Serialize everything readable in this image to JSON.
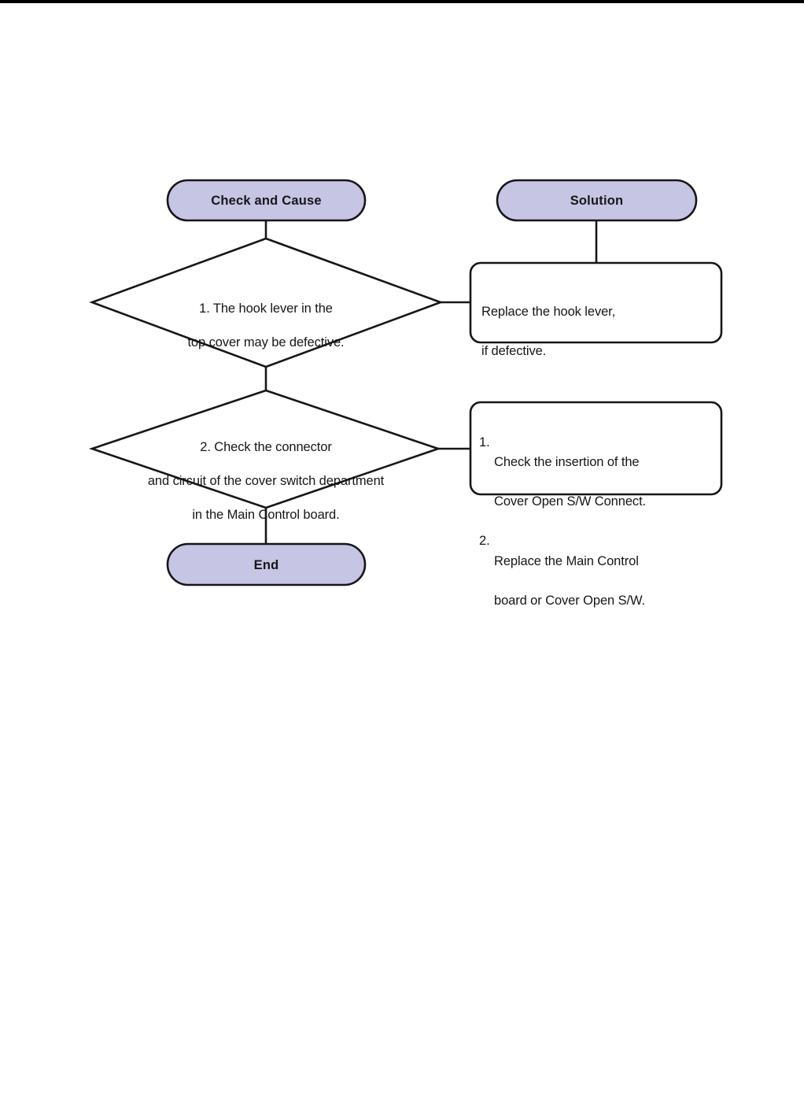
{
  "page": {
    "background_color": "#ffffff",
    "top_rule_color": "#000000"
  },
  "theme": {
    "terminator_fill": "#c6c5e3",
    "stroke_color": "#16161a",
    "box_fill": "#ffffff",
    "text_color": "#16161a"
  },
  "chart_data": {
    "type": "diagram",
    "diagram_kind": "flowchart",
    "title": "",
    "columns": [
      "Check and Cause",
      "Solution"
    ],
    "nodes": [
      {
        "id": "start-check-cause",
        "shape": "terminator",
        "label": "Check and Cause",
        "column": "Check and Cause"
      },
      {
        "id": "solution-header",
        "shape": "terminator",
        "label": "Solution",
        "column": "Solution"
      },
      {
        "id": "decision-1",
        "shape": "diamond",
        "label": "1. The hook lever in the\ntop cover may be defective.",
        "column": "Check and Cause"
      },
      {
        "id": "action-1",
        "shape": "rounded-rect",
        "label": "Replace the hook lever,\nif defective.",
        "column": "Solution"
      },
      {
        "id": "decision-2",
        "shape": "diamond",
        "label": "2. Check the connector\nand circuit of the cover switch department\nin the Main Control board.",
        "column": "Check and Cause"
      },
      {
        "id": "action-2",
        "shape": "rounded-rect",
        "label": "1. Check the insertion of the Cover Open S/W Connect.\n2. Replace the Main Control board or Cover Open S/W.",
        "column": "Solution"
      },
      {
        "id": "end",
        "shape": "terminator",
        "label": "End",
        "column": "Check and Cause"
      }
    ],
    "edges": [
      {
        "from": "start-check-cause",
        "to": "decision-1",
        "style": "straight"
      },
      {
        "from": "decision-1",
        "to": "action-1",
        "style": "straight"
      },
      {
        "from": "decision-1",
        "to": "decision-2",
        "style": "straight"
      },
      {
        "from": "solution-header",
        "to": "action-1",
        "style": "straight"
      },
      {
        "from": "decision-2",
        "to": "action-2",
        "style": "straight"
      },
      {
        "from": "decision-2",
        "to": "end",
        "style": "straight"
      }
    ]
  },
  "flow": {
    "start_node": {
      "label": "Check and Cause"
    },
    "solution_node": {
      "label": "Solution"
    },
    "end_node": {
      "label": "End"
    },
    "decision_1": {
      "line1": "1. The hook lever in the",
      "line2": "top cover may be defective."
    },
    "decision_2": {
      "line1": "2. Check the connector",
      "line2": "and circuit of the cover switch department",
      "line3": "in the Main Control board."
    },
    "action_1": {
      "line1": "Replace the hook lever,",
      "line2": "if defective."
    },
    "action_2": {
      "items": [
        {
          "marker": "1.",
          "line1": "Check the insertion of the",
          "line2": "Cover Open S/W Connect."
        },
        {
          "marker": "2.",
          "line1": "Replace the Main Control",
          "line2": "board or Cover Open S/W."
        }
      ]
    }
  }
}
